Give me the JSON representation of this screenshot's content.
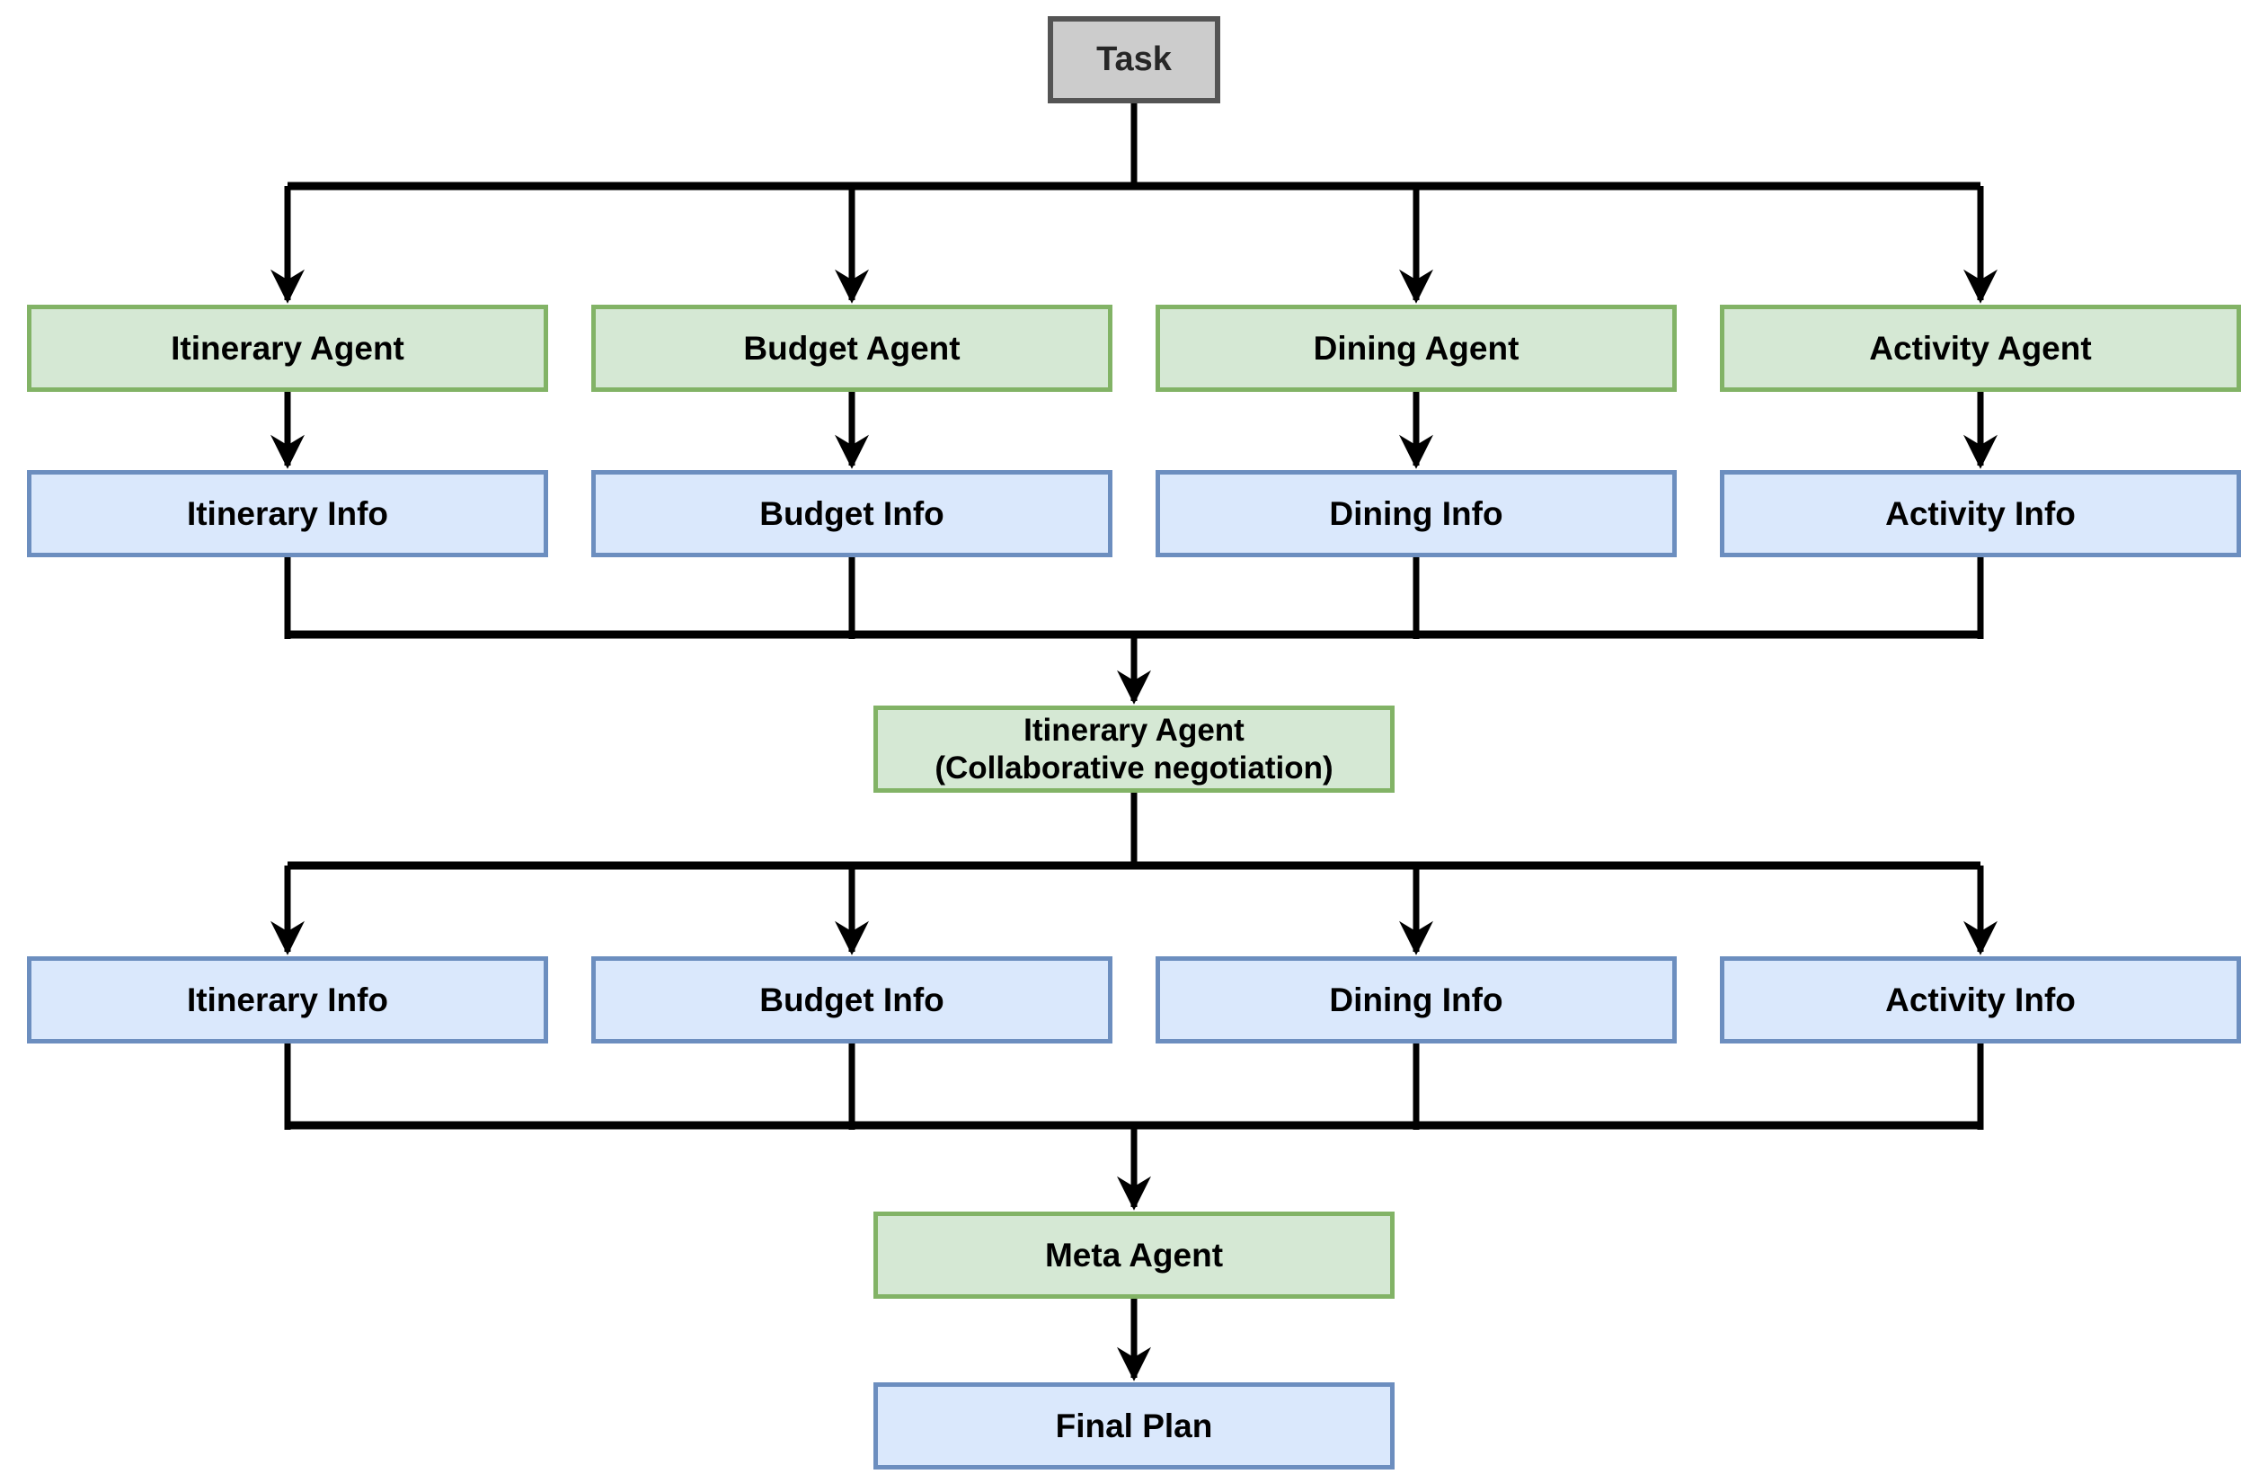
{
  "nodes": {
    "task": {
      "label": "Task"
    },
    "row1": [
      {
        "id": "itinerary-agent",
        "label": "Itinerary Agent"
      },
      {
        "id": "budget-agent",
        "label": "Budget Agent"
      },
      {
        "id": "dining-agent",
        "label": "Dining Agent"
      },
      {
        "id": "activity-agent",
        "label": "Activity Agent"
      }
    ],
    "row2": [
      {
        "id": "itinerary-info-1",
        "label": "Itinerary Info"
      },
      {
        "id": "budget-info-1",
        "label": "Budget Info"
      },
      {
        "id": "dining-info-1",
        "label": "Dining Info"
      },
      {
        "id": "activity-info-1",
        "label": "Activity Info"
      }
    ],
    "negotiation": {
      "label_line1": "Itinerary Agent",
      "label_line2": "(Collaborative negotiation)"
    },
    "row3": [
      {
        "id": "itinerary-info-2",
        "label": "Itinerary Info"
      },
      {
        "id": "budget-info-2",
        "label": "Budget Info"
      },
      {
        "id": "dining-info-2",
        "label": "Dining Info"
      },
      {
        "id": "activity-info-2",
        "label": "Activity Info"
      }
    ],
    "meta": {
      "label": "Meta Agent"
    },
    "final": {
      "label": "Final Plan"
    }
  },
  "colors": {
    "task_fill": "#cccccc",
    "task_border": "#545454",
    "agent_fill": "#d5e8d4",
    "agent_border": "#82b366",
    "info_fill": "#dae8fc",
    "info_border": "#6c8ebf",
    "connector": "#000000",
    "background": "#ffffff"
  }
}
